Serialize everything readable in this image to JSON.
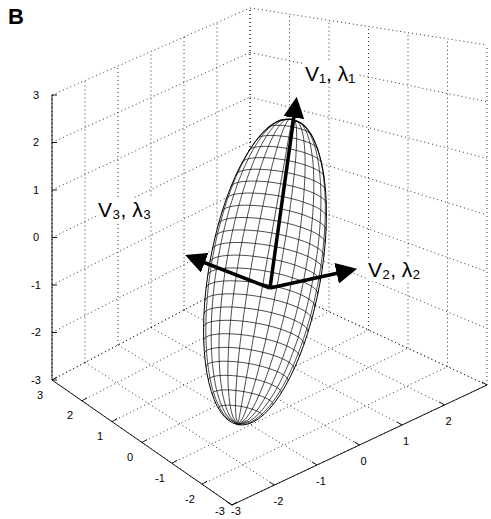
{
  "diagram": {
    "labels": [
      "B",
      "V₁, λ₁",
      "V₃, λ₃",
      "V₂, λ₂",
      "3",
      "2",
      "1",
      "0",
      "-1",
      "-2",
      "-3",
      "3",
      "2",
      "1",
      "0",
      "-1",
      "-2",
      "-3",
      "-3",
      "-2",
      "-1",
      "0",
      "1",
      "2"
    ]
  }
}
